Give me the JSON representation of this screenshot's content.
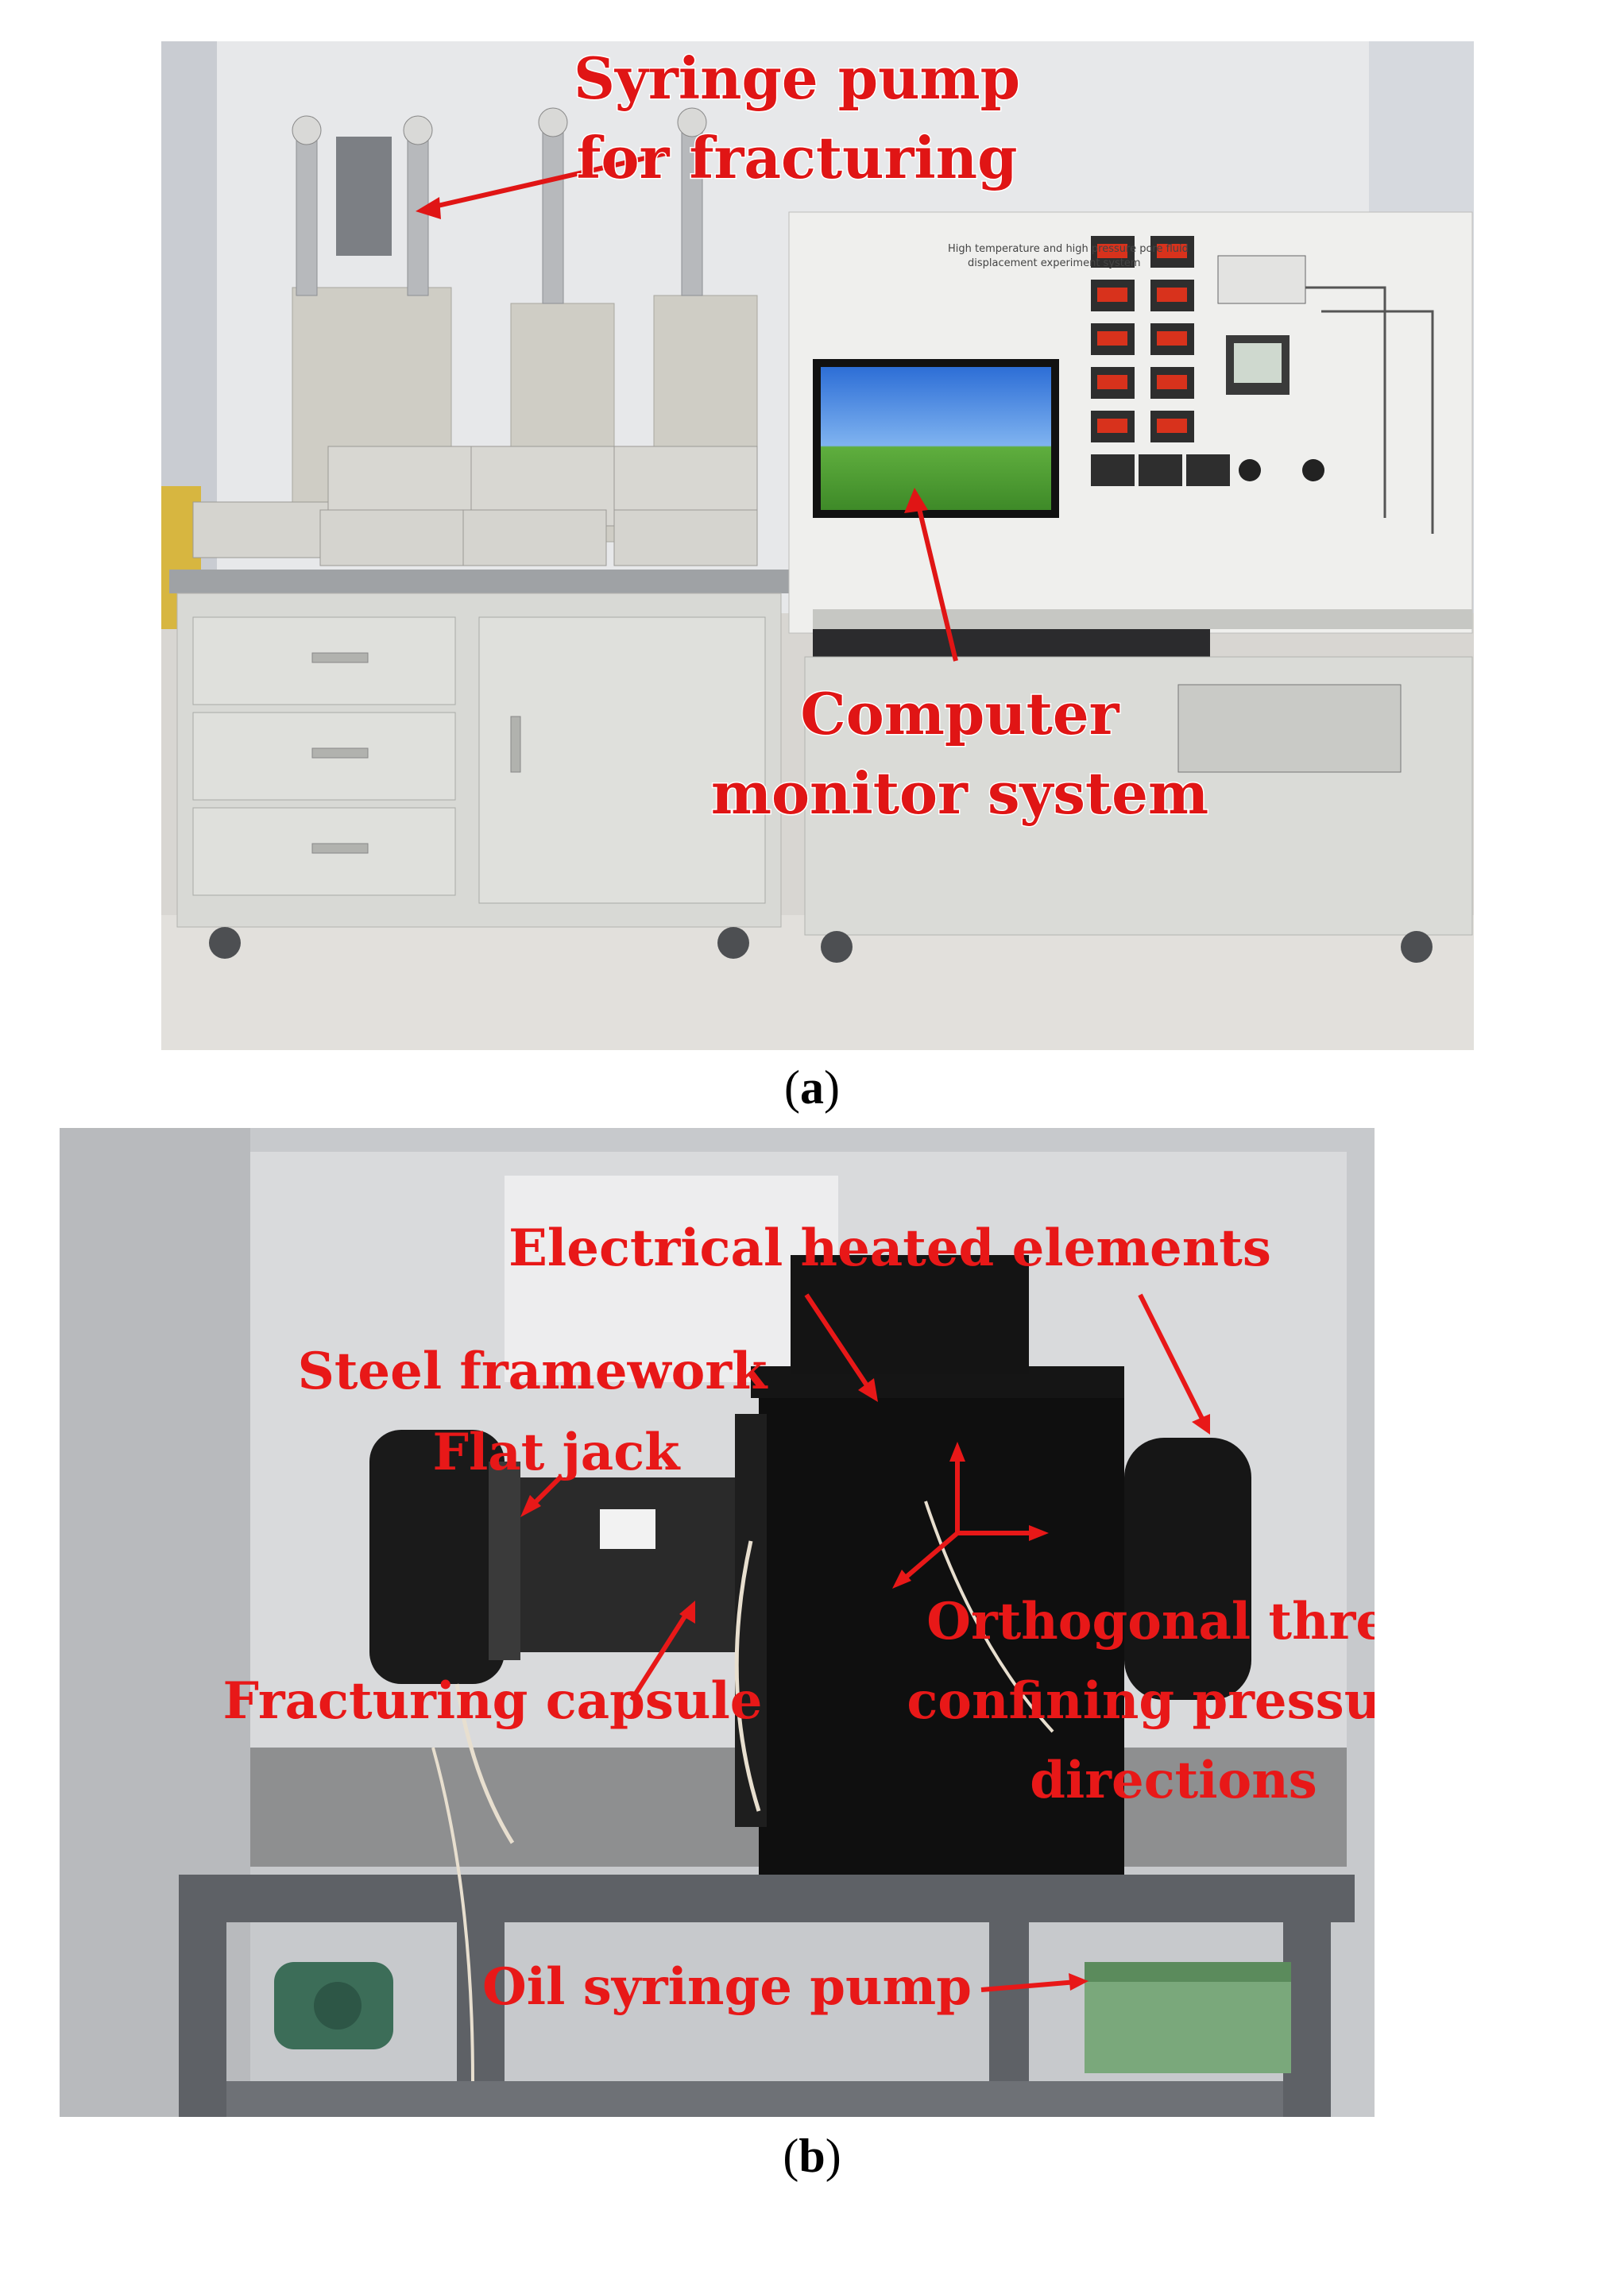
{
  "figure_a": {
    "caption_open": "(",
    "caption_letter": "a",
    "caption_close": ")",
    "labels": {
      "syringe_pump_line1": "Syringe pump",
      "syringe_pump_line2": "for fracturing",
      "computer_line1": "Computer",
      "computer_line2": "monitor system",
      "panel_title_en_line1": "High temperature and high pressure pore fluid",
      "panel_title_en_line2": "displacement experiment system"
    },
    "colors": {
      "annotation": "#e01515",
      "cabinet": "#d9dad6",
      "wall": "#e6e7e9"
    }
  },
  "figure_b": {
    "caption_open": "(",
    "caption_letter": "b",
    "caption_close": ")",
    "labels": {
      "heated_elements": "Electrical heated elements",
      "steel_framework": "Steel framework",
      "flat_jack": "Flat jack",
      "fracturing_capsule": "Fracturing capsule",
      "orthogonal_line1": "Orthogonal three",
      "orthogonal_line2": "confining pressure",
      "orthogonal_line3": "directions",
      "oil_pump": "Oil syringe pump"
    },
    "colors": {
      "annotation": "#e81818",
      "steel": "#111111",
      "frame": "#5e6166"
    }
  }
}
